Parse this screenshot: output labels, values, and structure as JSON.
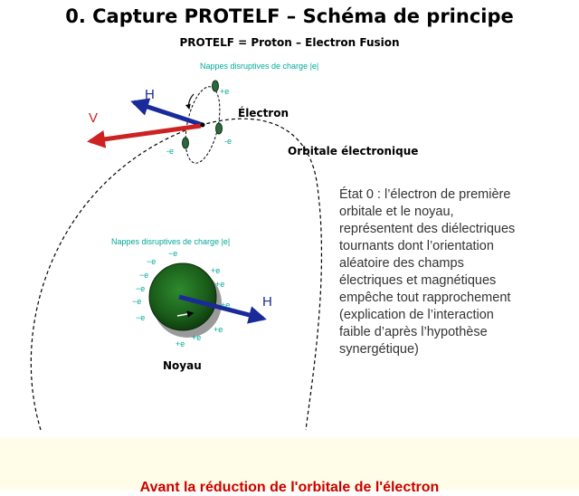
{
  "title": "0. Capture PROTELF – Schéma de principe",
  "subtitle": "PROTELF = Proton – Electron Fusion",
  "electron": {
    "sheets_label": "Nappes disruptives de charge |e|",
    "name": "Électron",
    "orbit_label": "Orbitale électronique",
    "vector_h": "H",
    "vector_v": "V",
    "charge_pos": "+e",
    "charge_neg": "-e"
  },
  "nucleus": {
    "sheets_label": "Nappes disruptives de charge |e|",
    "name": "Noyau",
    "vector_h": "H",
    "charge_pos": "+e",
    "charge_neg": "−e"
  },
  "description": [
    "État 0 : l’électron de première",
    "orbitale et le noyau,",
    "représentent des diélectriques",
    "tournants dont l’orientation",
    "aléatoire des champs",
    "électriques et magnétiques",
    "empêche tout rapprochement",
    "(explication de l’interaction",
    "faible d’après l’hypothèse",
    "synergétique)"
  ],
  "footer": "Avant la réduction de l'orbitale de l'électron",
  "colors": {
    "vector_h": "#1a2a99",
    "vector_v": "#cc2222",
    "charge_label": "#00aa99",
    "nucleus": "#1f6b1f",
    "footer_text": "#cc0000"
  }
}
